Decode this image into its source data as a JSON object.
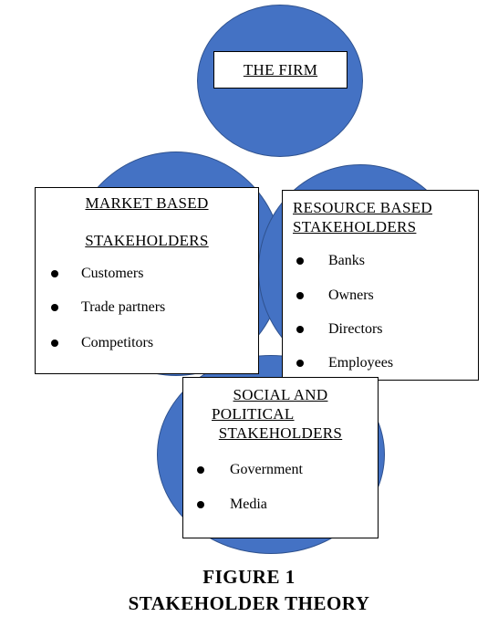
{
  "diagram": {
    "firm": {
      "title": "THE FIRM"
    },
    "market": {
      "title_line1": "MARKET BASED",
      "title_line2": "STAKEHOLDERS",
      "items": [
        "Customers",
        "Trade partners",
        "Competitors"
      ]
    },
    "resource": {
      "title_line1": "RESOURCE BASED",
      "title_line2": "STAKEHOLDERS",
      "items": [
        "Banks",
        "Owners",
        "Directors",
        "Employees"
      ]
    },
    "social": {
      "title_line1": "SOCIAL AND",
      "title_line2": "POLITICAL",
      "title_line3": "STAKEHOLDERS",
      "items": [
        "Government",
        "Media"
      ]
    },
    "colors": {
      "circle_fill": "#4472c4",
      "circle_border": "#2f528f",
      "box_fill": "#ffffff",
      "text": "#000000"
    }
  },
  "caption": {
    "line1": "FIGURE 1",
    "line2": "STAKEHOLDER THEORY"
  }
}
